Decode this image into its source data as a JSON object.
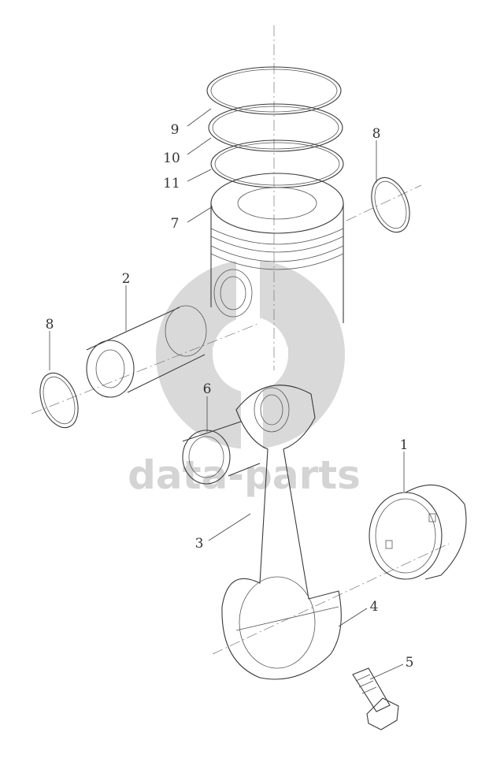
{
  "callouts": {
    "c1": "1",
    "c2": "2",
    "c3": "3",
    "c4": "4",
    "c5": "5",
    "c6": "6",
    "c7": "7",
    "c8a": "8",
    "c8b": "8",
    "c9": "9",
    "c10": "10",
    "c11": "11"
  },
  "watermark": {
    "text": "data-parts",
    "color": "#d4d4d4"
  }
}
